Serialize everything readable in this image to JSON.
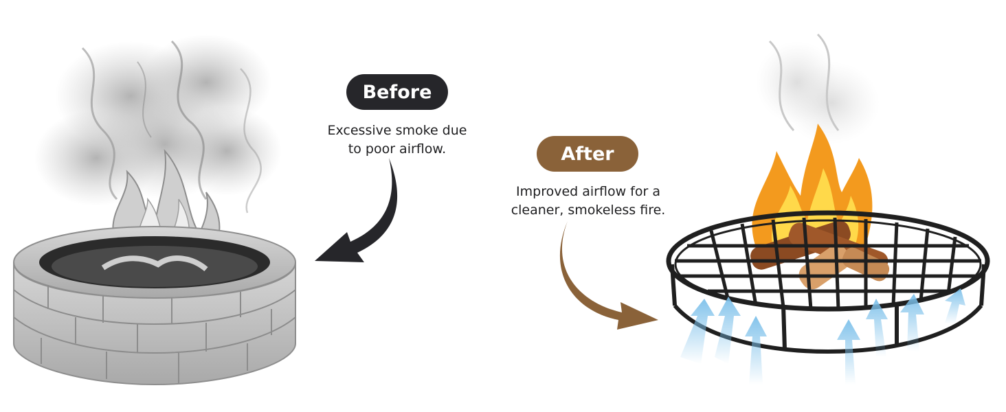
{
  "colors": {
    "before_accent": "#26262a",
    "after_accent": "#8a6239",
    "airflow": "#7cc0ea",
    "flame_outer": "#f39a1e",
    "flame_inner": "#ffd94a"
  },
  "before": {
    "badge": "Before",
    "caption_lines": [
      "Excessive smoke due",
      "to poor airflow."
    ],
    "illustration": "stone-fire-pit-with-smoke"
  },
  "after": {
    "badge": "After",
    "caption_lines": [
      "Improved airflow for a",
      "cleaner, smokeless fire."
    ],
    "illustration": "fire-grate-with-airflow"
  }
}
